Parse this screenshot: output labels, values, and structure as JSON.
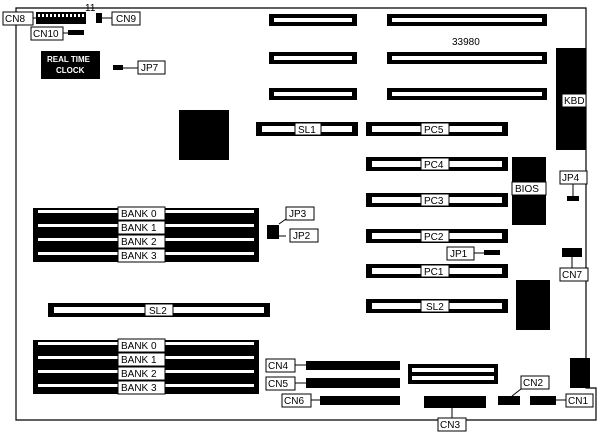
{
  "board": {
    "model": "33980",
    "pin_marker": "11"
  },
  "connectors": {
    "cn1": "CN1",
    "cn2": "CN2",
    "cn3": "CN3",
    "cn4": "CN4",
    "cn5": "CN5",
    "cn6": "CN6",
    "cn7": "CN7",
    "cn8": "CN8",
    "cn9": "CN9",
    "cn10": "CN10"
  },
  "jumpers": {
    "jp1": "JP1",
    "jp2": "JP2",
    "jp3": "JP3",
    "jp4": "JP4",
    "jp7": "JP7"
  },
  "slots": {
    "pc1": "PC1",
    "pc2": "PC2",
    "pc3": "PC3",
    "pc4": "PC4",
    "pc5": "PC5",
    "sl1": "SL1",
    "sl2_small": "SL2",
    "sl2_long": "SL2"
  },
  "chips": {
    "bios": "BIOS",
    "kbd": "KBD",
    "rtc_line1": "REAL TIME",
    "rtc_line2": "CLOCK"
  },
  "memory": {
    "upper": [
      "BANK 0",
      "BANK 1",
      "BANK 2",
      "BANK 3"
    ],
    "lower": [
      "BANK 0",
      "BANK 1",
      "BANK 2",
      "BANK 3"
    ]
  }
}
